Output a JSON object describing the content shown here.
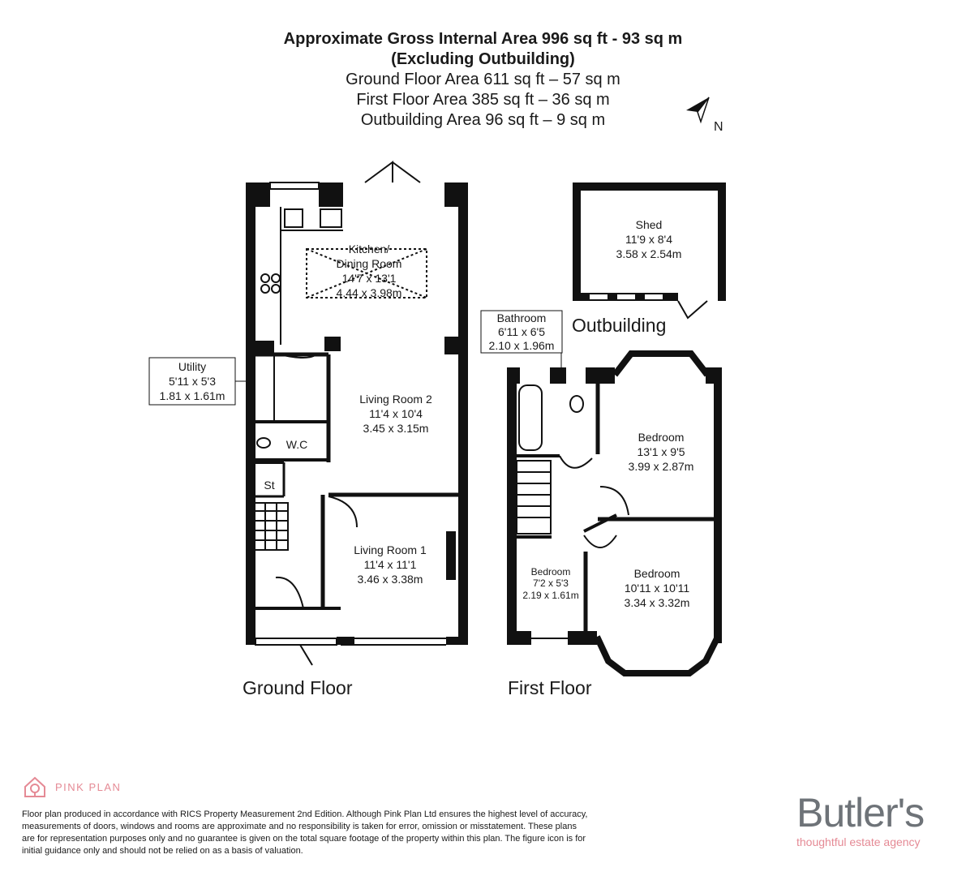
{
  "header": {
    "line1": "Approximate Gross Internal Area 996 sq ft - 93 sq m",
    "line2": "(Excluding Outbuilding)",
    "line3": "Ground Floor Area 611 sq ft – 57 sq m",
    "line4": "First Floor Area 385 sq ft – 36 sq m",
    "line5": "Outbuilding Area 96 sq ft – 9 sq m"
  },
  "compass": {
    "label": "N"
  },
  "rooms": {
    "kitchen": {
      "name1": "Kitchen/",
      "name2": "Dining Room",
      "imperial": "14'7 x 13'1",
      "metric": "4.44 x 3.98m"
    },
    "utility": {
      "name": "Utility",
      "imperial": "5'11 x 5'3",
      "metric": "1.81 x 1.61m"
    },
    "wc": {
      "name": "W.C"
    },
    "st": {
      "name": "St"
    },
    "living2": {
      "name": "Living Room 2",
      "imperial": "11'4 x 10'4",
      "metric": "3.45 x 3.15m"
    },
    "living1": {
      "name": "Living Room 1",
      "imperial": "11'4 x 11'1",
      "metric": "3.46 x 3.38m"
    },
    "shed": {
      "name": "Shed",
      "imperial": "11'9 x 8'4",
      "metric": "3.58 x 2.54m"
    },
    "bathroom": {
      "name": "Bathroom",
      "imperial": "6'11 x 6'5",
      "metric": "2.10 x 1.96m"
    },
    "bedroom_rear": {
      "name": "Bedroom",
      "imperial": "13'1 x 9'5",
      "metric": "3.99 x 2.87m"
    },
    "bedroom_small": {
      "name": "Bedroom",
      "imperial": "7'2 x 5'3",
      "metric": "2.19 x 1.61m"
    },
    "bedroom_front": {
      "name": "Bedroom",
      "imperial": "10'11 x 10'11",
      "metric": "3.34 x 3.32m"
    }
  },
  "floors": {
    "ground": "Ground Floor",
    "first": "First Floor",
    "outbuilding": "Outbuilding"
  },
  "footer": {
    "pinkplan": "PINK PLAN",
    "disclaimer": "Floor plan produced in accordance with RICS Property Measurement 2nd Edition. Although Pink Plan Ltd ensures the highest level of accuracy, measurements of doors, windows and rooms are approximate and no responsibility is taken for error, omission or misstatement. These plans are for representation purposes only and no guarantee is given on the total square footage of the property within this plan. The figure icon is for initial guidance only and should not be relied on as a basis of valuation.",
    "brand": "Butler's",
    "tagline": "thoughtful estate agency"
  },
  "colors": {
    "wall": "#111111",
    "pink": "#e58a95",
    "brand_grey": "#6e7378"
  }
}
